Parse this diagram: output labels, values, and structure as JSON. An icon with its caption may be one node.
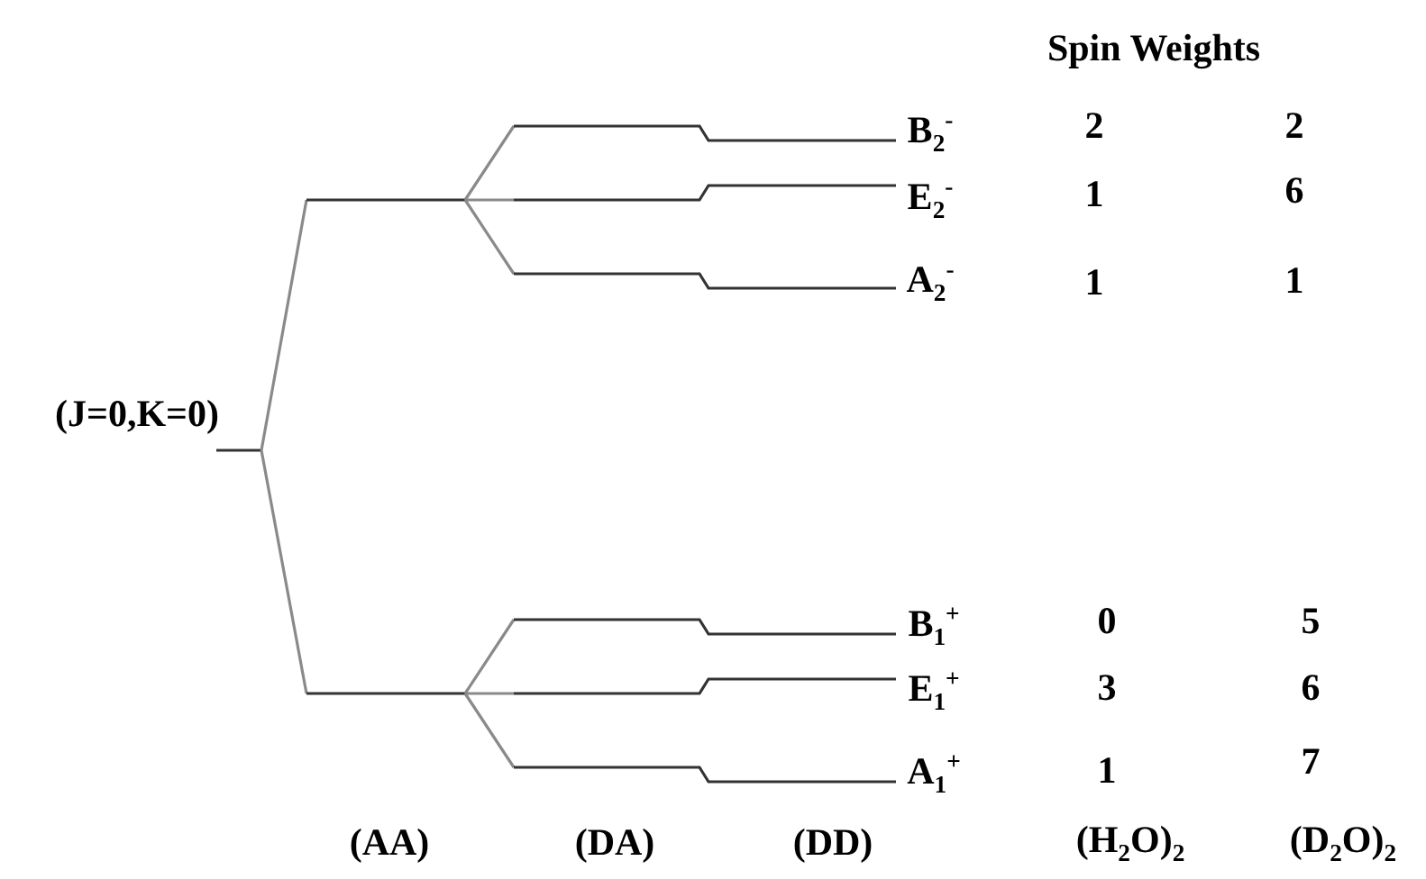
{
  "diagram": {
    "labels": [
      "Spin Weights",
      "B$_{2}$$^{-}$",
      "2",
      "2",
      "E$_{2}$$^{-}$",
      "1",
      "6",
      "A$_{2}$$^{-}$",
      "1",
      "1",
      "(J=0,K=0)",
      "B$_{1}$$^{+}$",
      "0",
      "5",
      "E$_{1}$$^{+}$",
      "3",
      "6",
      "A$_{1}$$^{+}$",
      "1",
      "7",
      "(AA)",
      "(DA)",
      "(DD)",
      "(H$_{2}$O)$_{2}$",
      "(D$_{2}$O)$_{2}$"
    ]
  }
}
